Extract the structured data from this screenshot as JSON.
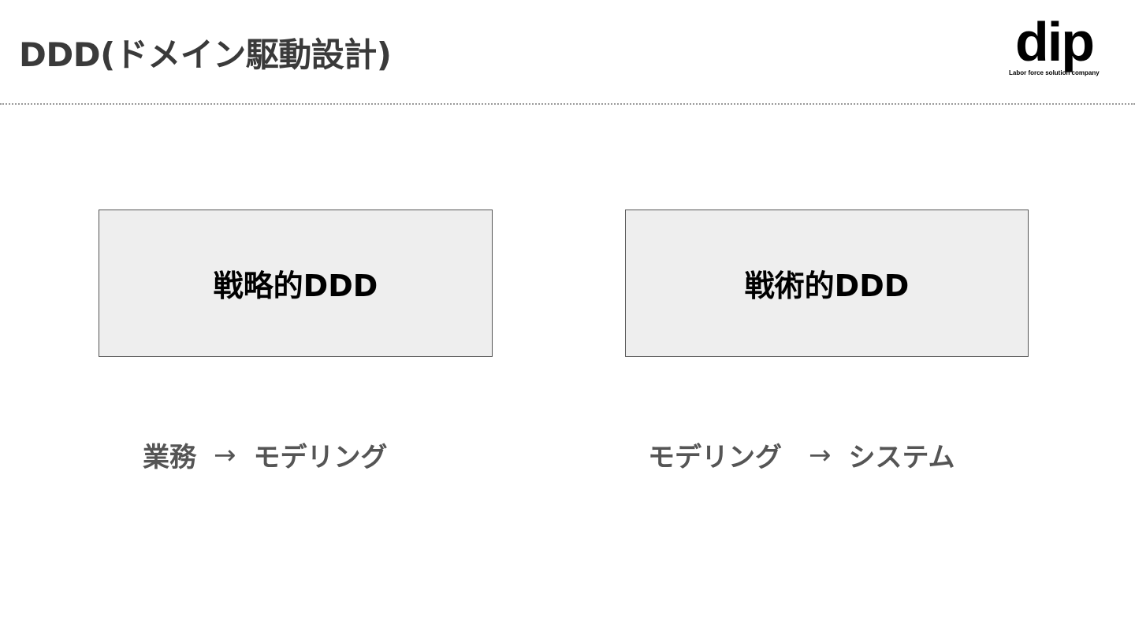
{
  "title": "DDD(ドメイン駆動設計)",
  "logo": {
    "word": "dip",
    "tagline": "Labor force solution company"
  },
  "boxes": [
    {
      "label": "戦略的DDD"
    },
    {
      "label": "戦術的DDD"
    }
  ],
  "flows": [
    {
      "from": "業務",
      "arrow": "→",
      "to": "モデリング"
    },
    {
      "from": "モデリング",
      "arrow": "→",
      "to": "システム"
    }
  ],
  "colors": {
    "title": "#3a3a3a",
    "box_fill": "#eeeeee",
    "box_border": "#555555",
    "flow_text": "#555555",
    "divider": "#9a9a9a"
  }
}
